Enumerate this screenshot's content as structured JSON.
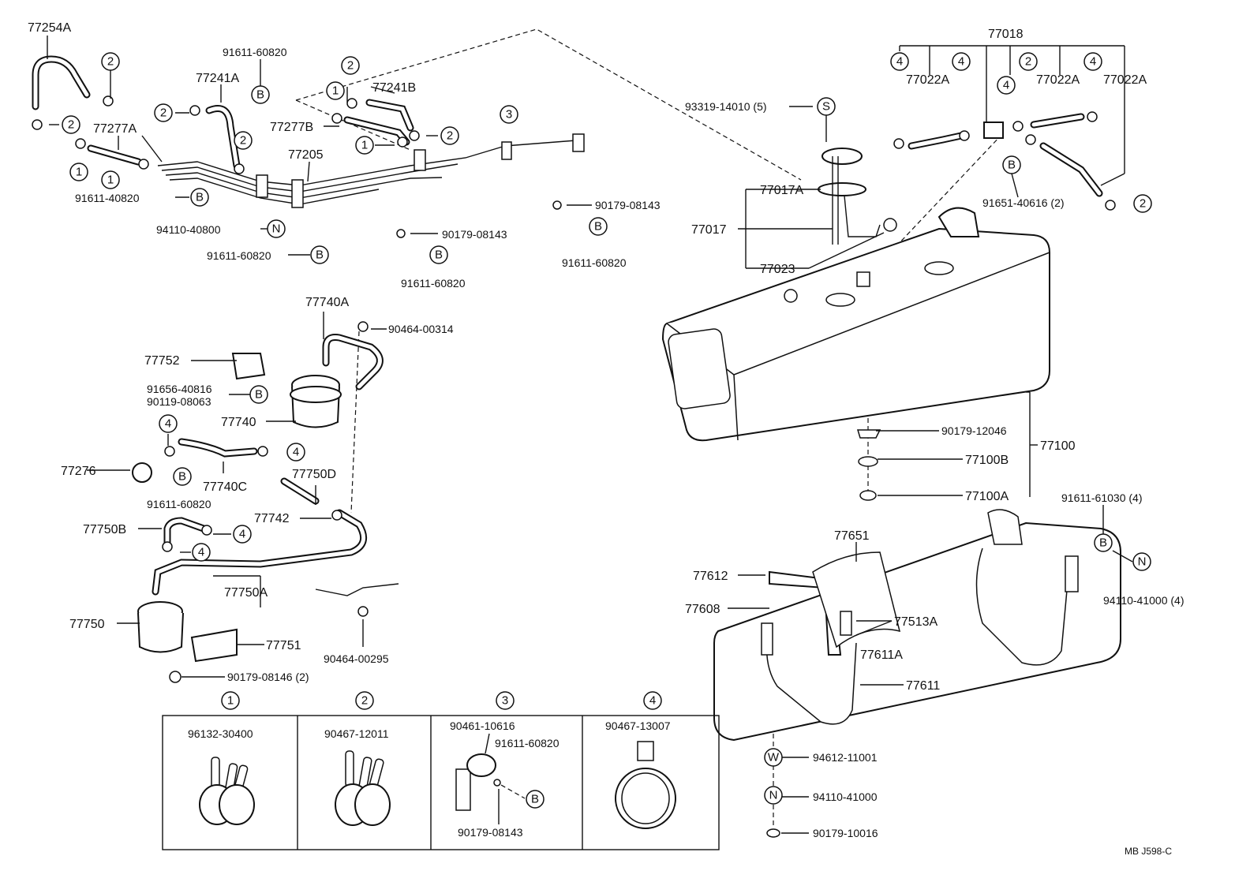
{
  "diagram_code": "MB  J598-C",
  "labels": {
    "l1": "77254A",
    "l2": "77277A",
    "l3": "91611-40820",
    "l4": "94110-40800",
    "l5": "91611-60820",
    "l6": "77241A",
    "l7": "91611-60820",
    "l8": "77205",
    "l9": "77241B",
    "l10": "77277B",
    "l11": "90179-08143",
    "l12": "91611-60820",
    "l13": "90179-08143",
    "l14": "91611-60820",
    "l15": "93319-14010 (5)",
    "l16": "77018",
    "l17": "77022A",
    "l18": "77022A",
    "l19": "77022A",
    "l20": "91651-40616 (2)",
    "l21": "77017A",
    "l22": "77017",
    "l23": "77023",
    "l24": "77740A",
    "l25": "90464-00314",
    "l26": "77752",
    "l27": "91656-40816",
    "l28": "90119-08063",
    "l29": "77740",
    "l30": "77276",
    "l31": "77740C",
    "l32": "91611-60820",
    "l33": "77750D",
    "l34": "77742",
    "l35": "77750B",
    "l36": "77750A",
    "l37": "77750",
    "l38": "77751",
    "l39": "90464-00295",
    "l40": "90179-08146 (2)",
    "l41": "90179-12046",
    "l42": "77100B",
    "l43": "77100A",
    "l44": "77100",
    "l45": "91611-61030 (4)",
    "l46": "94110-41000 (4)",
    "l47": "77651",
    "l48": "77612",
    "l49": "77608",
    "l50": "77513A",
    "l51": "77611A",
    "l52": "77611",
    "l53": "94612-11001",
    "l54": "94110-41000",
    "l55": "90179-10016"
  },
  "markers": {
    "one": "1",
    "two": "2",
    "three": "3",
    "four": "4",
    "B": "B",
    "N": "N",
    "S": "S",
    "W": "W"
  },
  "legend": {
    "box1_title": "1",
    "box1_part": "96132-30400",
    "box2_title": "2",
    "box2_part": "90467-12011",
    "box3_title": "3",
    "box3_part_a": "90461-10616",
    "box3_part_b": "91611-60820",
    "box3_part_c": "90179-08143",
    "box4_title": "4",
    "box4_part": "90467-13007"
  }
}
